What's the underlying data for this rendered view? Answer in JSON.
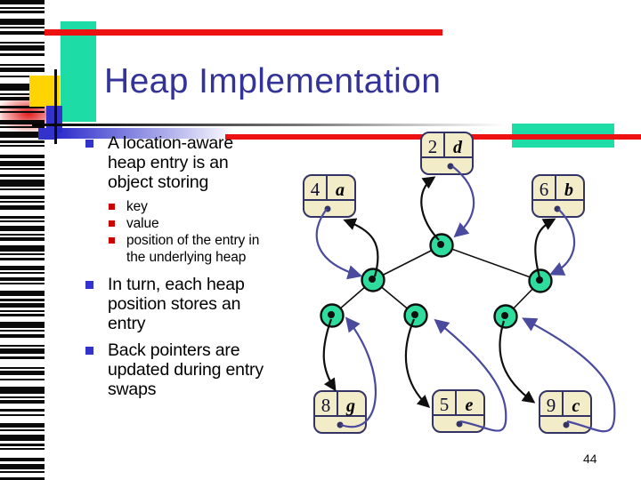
{
  "slide": {
    "title": "Heap Implementation",
    "page_number": "44"
  },
  "bullets": {
    "b1": "A location-aware heap entry is an object storing",
    "sub1": "key",
    "sub2": "value",
    "sub3": "position of the entry in the underlying heap",
    "b2": "In turn, each heap position stores an entry",
    "b3": "Back pointers are updated during entry swaps"
  },
  "diagram": {
    "entries": [
      {
        "key": "2",
        "value": "d",
        "heap_position": "root"
      },
      {
        "key": "4",
        "value": "a",
        "heap_position": "left-child"
      },
      {
        "key": "6",
        "value": "b",
        "heap_position": "right-child"
      },
      {
        "key": "8",
        "value": "g",
        "heap_position": "leaf-left"
      },
      {
        "key": "5",
        "value": "e",
        "heap_position": "leaf-middle"
      },
      {
        "key": "9",
        "value": "c",
        "heap_position": "leaf-right"
      }
    ],
    "arrow_semantics": {
      "black": "heap position points to entry",
      "blue": "entry back pointer to heap position"
    }
  },
  "colors": {
    "accent_teal": "#1edca6",
    "accent_red": "#ee1111",
    "accent_yellow": "#ffd400",
    "accent_blue": "#3333cc",
    "title_blue": "#333399",
    "bullet_blue": "#3333cc",
    "bullet_red": "#cc0000",
    "entry_fill": "#f3ecc9",
    "entry_border": "#333366",
    "node_fill": "#2edd9e",
    "pointer_blue": "#4a4a9e"
  }
}
